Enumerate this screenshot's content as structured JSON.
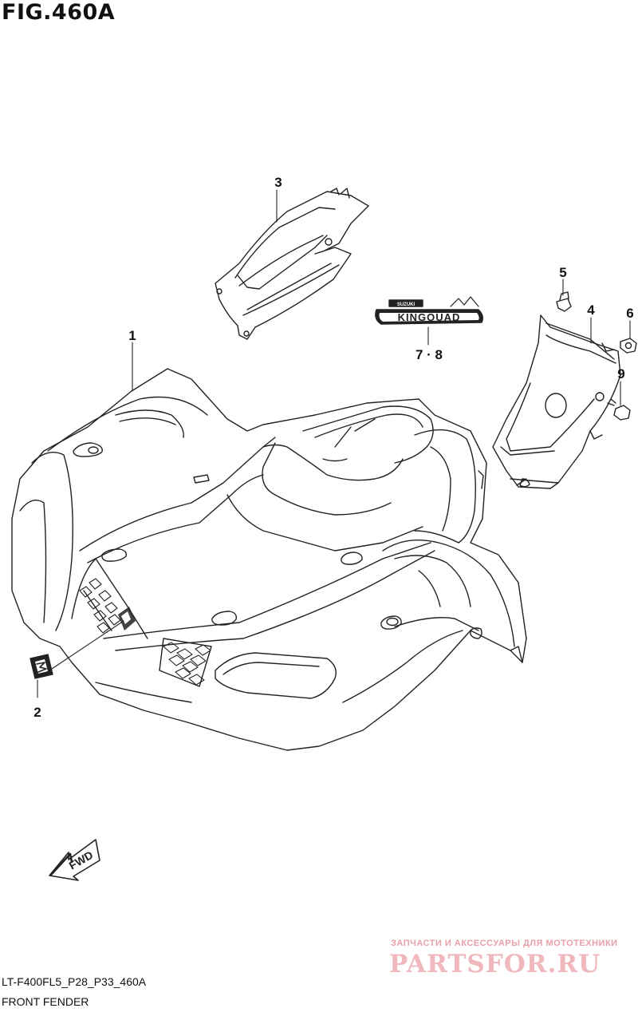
{
  "figure": {
    "title": "FIG.460A",
    "code": "LT-F400FL5_P28_P33_460A",
    "name": "FRONT FENDER"
  },
  "callouts": {
    "c1": "1",
    "c2": "2",
    "c3": "3",
    "c4": "4",
    "c5": "5",
    "c6": "6",
    "c78": "7 · 8",
    "c9": "9"
  },
  "emblem": {
    "brand": "SUZUKI",
    "model": "KINGQUAD"
  },
  "direction_arrow": {
    "label": "FWD"
  },
  "watermark": {
    "caption": "ЗАПЧАСТИ И АКСЕССУАРЫ ДЛЯ МОТОТЕХНИКИ",
    "site": "PARTSFOR.RU"
  }
}
